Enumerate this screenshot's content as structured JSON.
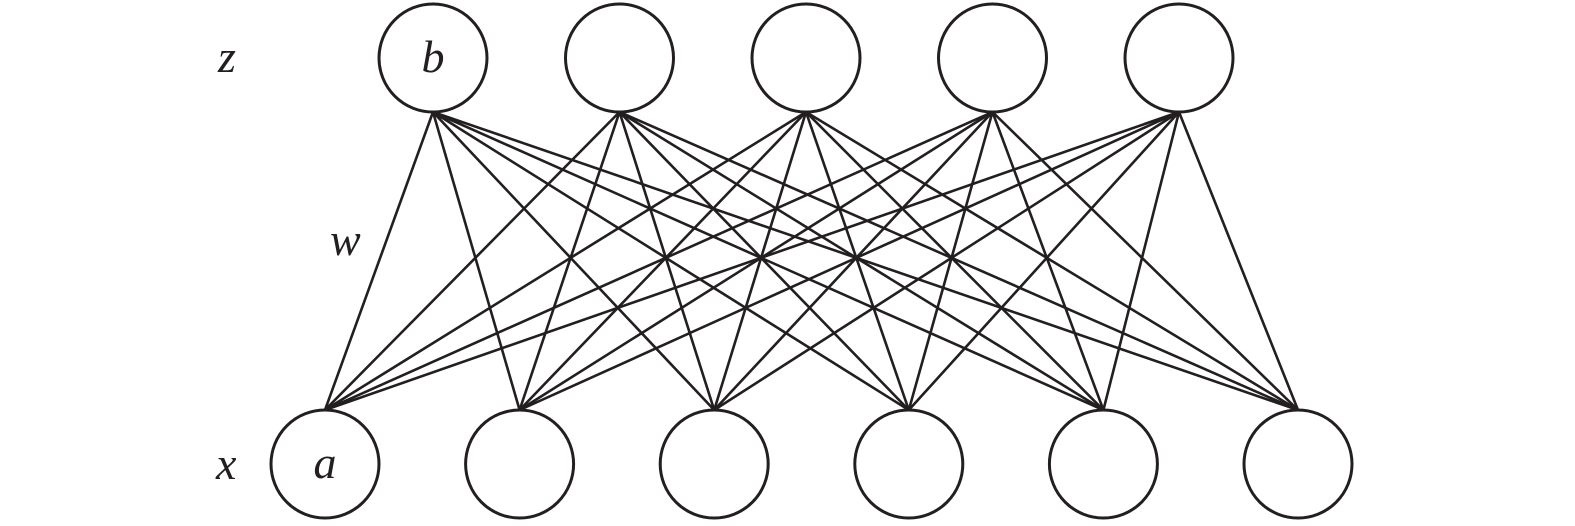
{
  "layers": {
    "top": {
      "label": "z",
      "node_count": 5,
      "node_labels": [
        "b",
        "",
        "",
        "",
        ""
      ]
    },
    "bottom": {
      "label": "x",
      "node_count": 6,
      "node_labels": [
        "a",
        "",
        "",
        "",
        "",
        ""
      ]
    }
  },
  "weights_label": "w",
  "connectivity": "fully-connected",
  "colors": {
    "stroke": "#231f20",
    "background": "#ffffff"
  }
}
